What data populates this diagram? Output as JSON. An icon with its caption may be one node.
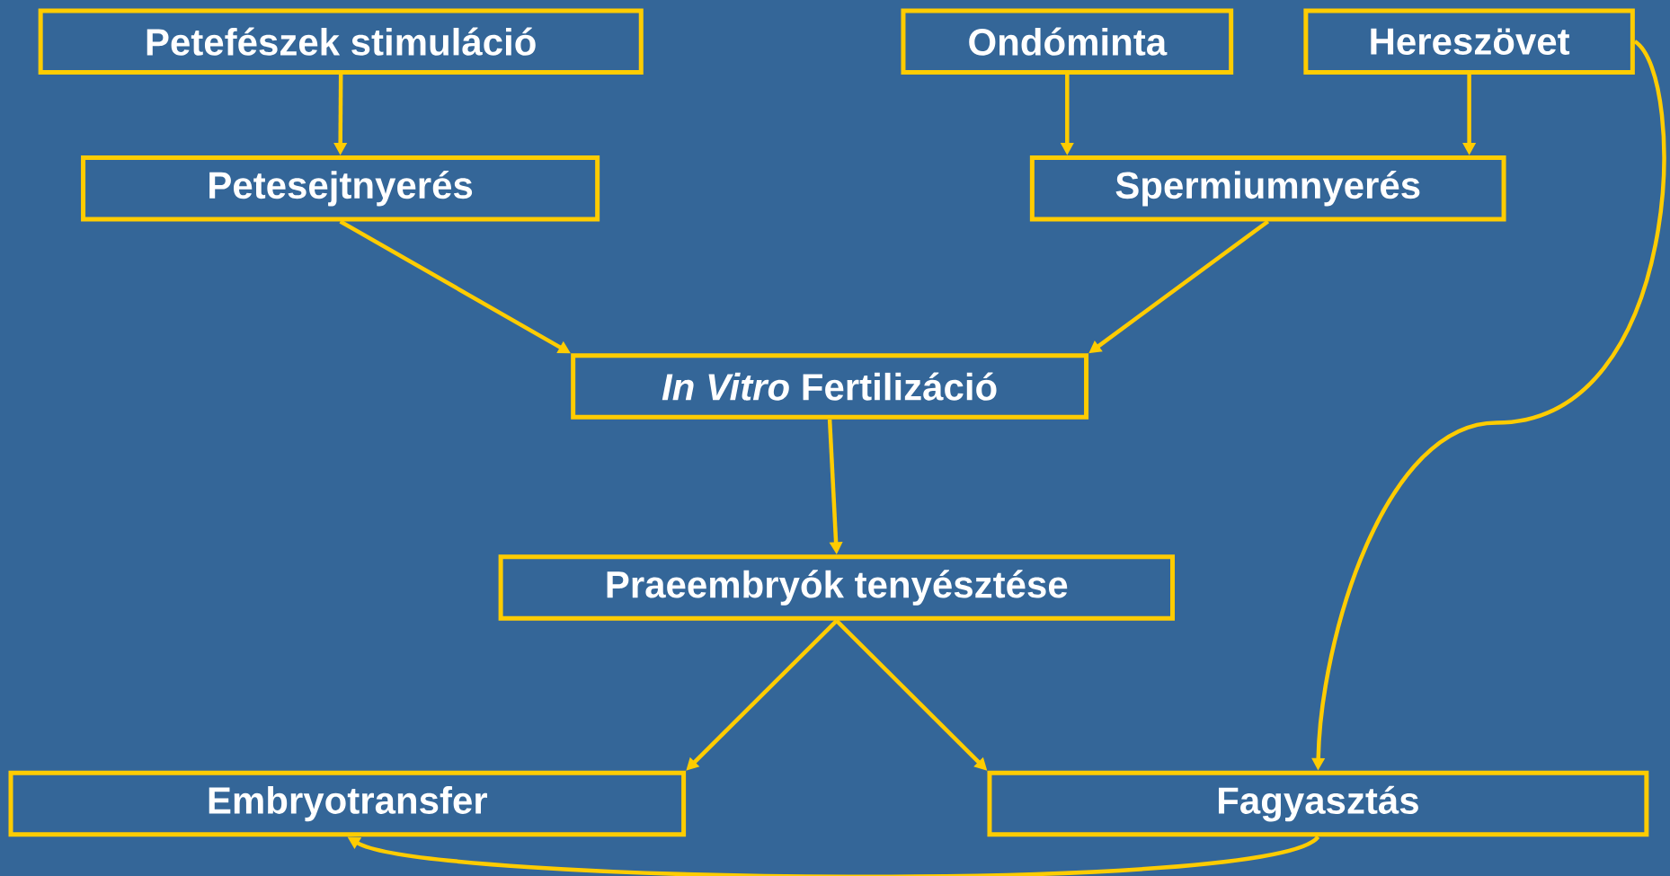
{
  "diagram": {
    "nodes": [
      {
        "text": [
          "Petefészek stimuláció"
        ]
      },
      {
        "text": [
          "Ondóminta"
        ]
      },
      {
        "text": [
          "Hereszövet"
        ]
      },
      {
        "text": [
          "Petesejtnyerés"
        ]
      },
      {
        "text": [
          "Spermiumnyerés"
        ]
      },
      {
        "text": [
          "*In Vitro* Fertilizáció"
        ]
      },
      {
        "text": [
          "Praeembryók tenyésztése"
        ]
      },
      {
        "text": [
          "Embryotransfer"
        ]
      },
      {
        "text": [
          "Fagyasztás"
        ]
      }
    ],
    "edges": [
      {
        "from": 0,
        "to": 3,
        "arrow": "to"
      },
      {
        "from": 1,
        "to": 4,
        "arrow": "to"
      },
      {
        "from": 2,
        "to": 4,
        "arrow": "to"
      },
      {
        "from": 3,
        "to": 5,
        "arrow": "to"
      },
      {
        "from": 4,
        "to": 5,
        "arrow": "to"
      },
      {
        "from": 5,
        "to": 6,
        "arrow": "to"
      },
      {
        "from": 6,
        "to": 7,
        "arrow": "to"
      },
      {
        "from": 6,
        "to": 8,
        "arrow": "to"
      },
      {
        "from": 2,
        "to": 8,
        "arrow": "to"
      },
      {
        "from": 8,
        "to": 7,
        "arrow": "to"
      }
    ]
  }
}
